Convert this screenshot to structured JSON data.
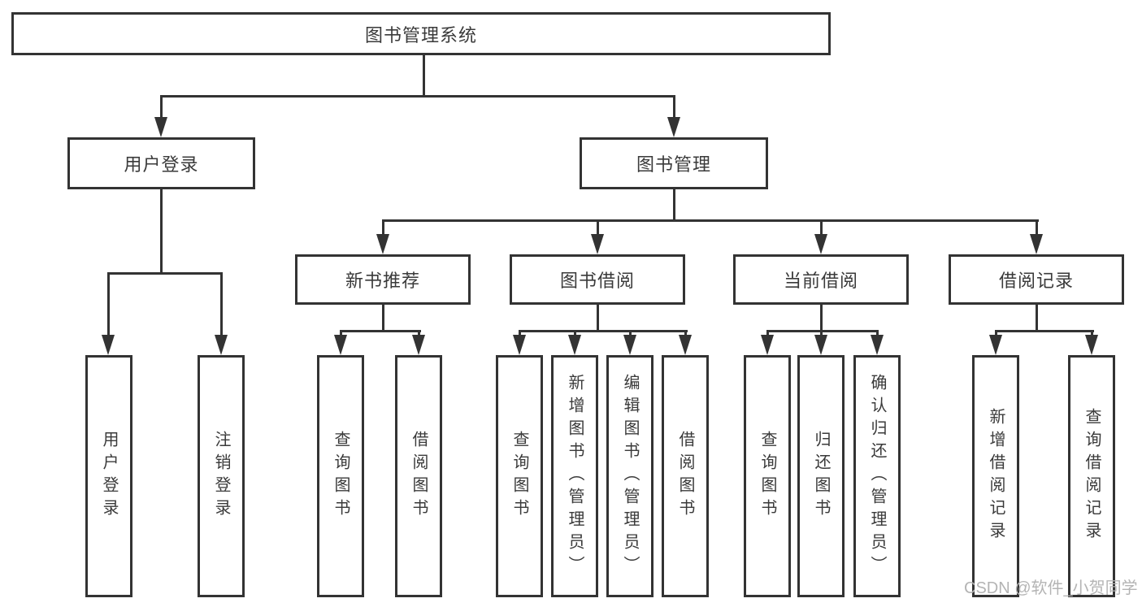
{
  "diagram_title": "图书管理系统",
  "colors": {
    "line": "#333333",
    "text": "#3a3a3a",
    "background": "#ffffff",
    "watermark": "#b4b4b4"
  },
  "watermark": {
    "text": "CSDN @软件_小贺同学"
  },
  "tree": {
    "label": "图书管理系统",
    "children": [
      {
        "label": "用户登录",
        "children": [
          {
            "label": "用户登录"
          },
          {
            "label": "注销登录"
          }
        ]
      },
      {
        "label": "图书管理",
        "children": [
          {
            "label": "新书推荐",
            "children": [
              {
                "label": "查询图书"
              },
              {
                "label": "借阅图书"
              }
            ]
          },
          {
            "label": "图书借阅",
            "children": [
              {
                "label": "查询图书"
              },
              {
                "label": "新增图书（管理员）"
              },
              {
                "label": "编辑图书（管理员）"
              },
              {
                "label": "借阅图书"
              }
            ]
          },
          {
            "label": "当前借阅",
            "children": [
              {
                "label": "查询图书"
              },
              {
                "label": "归还图书"
              },
              {
                "label": "确认归还（管理员）"
              }
            ]
          },
          {
            "label": "借阅记录",
            "children": [
              {
                "label": "新增借阅记录"
              },
              {
                "label": "查询借阅记录"
              }
            ]
          }
        ]
      }
    ]
  }
}
